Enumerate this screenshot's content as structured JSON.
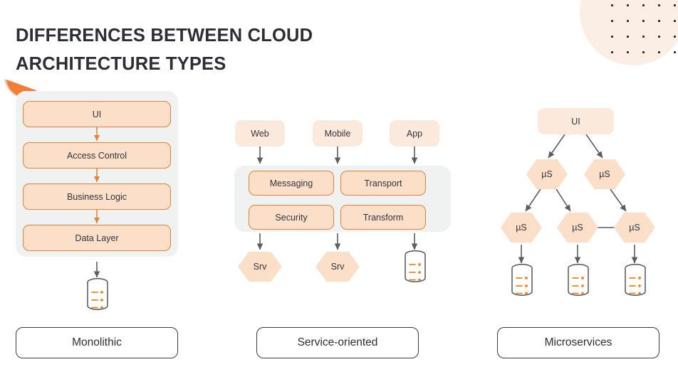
{
  "title": "DIFFERENCES BETWEEN CLOUD ARCHITECTURE TYPES",
  "colors": {
    "background": "#ffffff",
    "title_text": "#2d2d35",
    "node_fill": "#fbdfc8",
    "node_border": "#e8813a",
    "node_flat_fill": "#fbe9dc",
    "panel_gray": "#f0f2f1",
    "arrow_orange": "#e8813a",
    "arrow_gray": "#5c5c66",
    "pill_border": "#3a3a42",
    "deco_circle": "#fbeee4",
    "deco_dot": "#25252b",
    "leaf_orange": "#ef7f36",
    "db_stroke": "#55555f",
    "db_accent": "#f58220"
  },
  "decoration": {
    "dot_grid": {
      "name": "dot-grid",
      "columns": 5,
      "rows": 4,
      "spacing": 22,
      "dot_size": 3
    },
    "circle": {
      "name": "peach-circle"
    },
    "leaf": {
      "name": "orange-leaf"
    }
  },
  "columns": [
    {
      "id": "monolithic",
      "label": "Monolithic",
      "panel": true,
      "nodes": [
        {
          "label": "UI"
        },
        {
          "label": "Access Control"
        },
        {
          "label": "Business Logic"
        },
        {
          "label": "Data Layer"
        }
      ],
      "databases": 1
    },
    {
      "id": "service-oriented",
      "label": "Service-oriented",
      "panel": true,
      "clients": [
        {
          "label": "Web"
        },
        {
          "label": "Mobile"
        },
        {
          "label": "App"
        }
      ],
      "bus_nodes": [
        {
          "label": "Messaging"
        },
        {
          "label": "Transport"
        },
        {
          "label": "Security"
        },
        {
          "label": "Transform"
        }
      ],
      "services": [
        {
          "label": "Srv"
        },
        {
          "label": "Srv"
        }
      ],
      "databases": 1
    },
    {
      "id": "microservices",
      "label": "Microservices",
      "panel": false,
      "root": {
        "label": "UI"
      },
      "tier1": [
        {
          "label": "µS"
        },
        {
          "label": "µS"
        }
      ],
      "tier2": [
        {
          "label": "µS"
        },
        {
          "label": "µS"
        },
        {
          "label": "µS"
        }
      ],
      "databases": 3
    }
  ]
}
